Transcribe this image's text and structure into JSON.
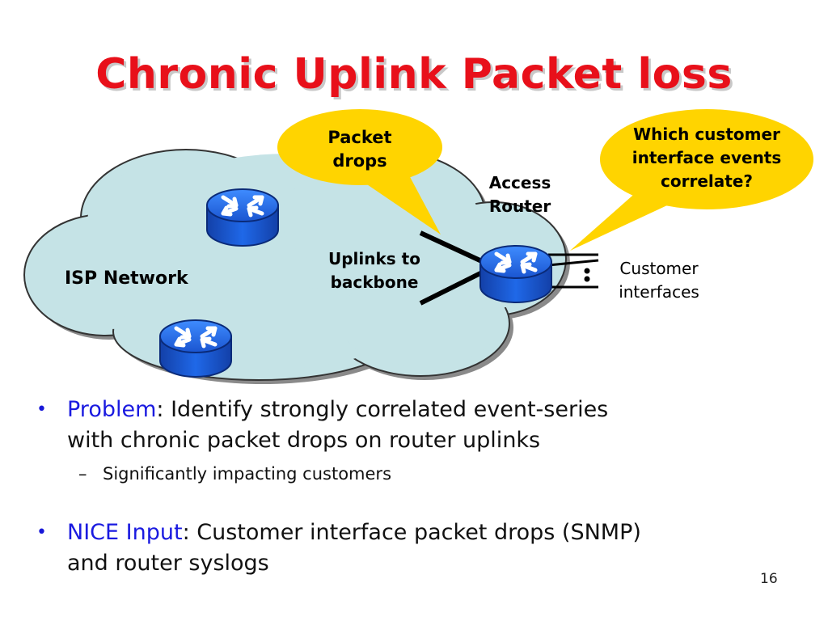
{
  "slide": {
    "title": "Chronic Uplink Packet loss",
    "page_number": "16"
  },
  "diagram": {
    "cloud_label": "ISP Network",
    "callout_left": [
      "Packet",
      "drops"
    ],
    "callout_right": [
      "Which customer",
      "interface events",
      "correlate?"
    ],
    "access_router_label": [
      "Access",
      "Router"
    ],
    "uplinks_label": [
      "Uplinks to",
      "backbone"
    ],
    "customer_label": [
      "Customer",
      "interfaces"
    ],
    "colors": {
      "cloud": "#c5e3e6",
      "callout": "#ffd400",
      "router": "#1a66e0",
      "title": "#e8101a",
      "keyword": "#1a1ae0"
    }
  },
  "bullets": [
    {
      "keyword": "Problem",
      "text_line1": ": Identify strongly correlated event-series",
      "text_line2": "with chronic packet drops on router uplinks",
      "sub": "Significantly impacting customers"
    },
    {
      "keyword": "NICE Input",
      "text_line1": ": Customer interface packet drops (SNMP)",
      "text_line2": "and router syslogs"
    }
  ]
}
